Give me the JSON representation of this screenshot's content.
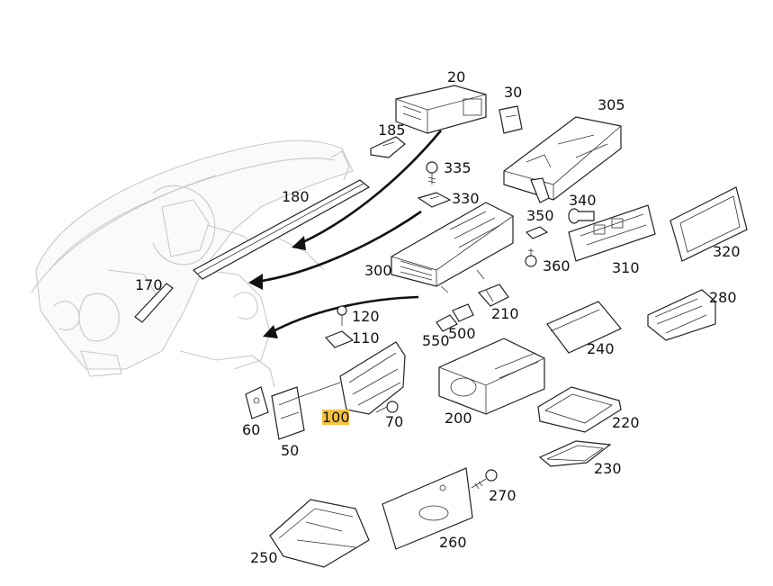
{
  "labels": {
    "p20": "20",
    "p30": "30",
    "p305": "305",
    "p185": "185",
    "p335": "335",
    "p180": "180",
    "p330": "330",
    "p340": "340",
    "p350": "350",
    "p320": "320",
    "p300": "300",
    "p360": "360",
    "p310": "310",
    "p170": "170",
    "p280": "280",
    "p210": "210",
    "p120": "120",
    "p110": "110",
    "p550": "550",
    "p500": "500",
    "p240": "240",
    "p60": "60",
    "p100": "100",
    "p70": "70",
    "p200": "200",
    "p220": "220",
    "p50": "50",
    "p230": "230",
    "p270": "270",
    "p250": "250",
    "p260": "260"
  },
  "colors": {
    "highlight": "#f5c242",
    "line": "#222222",
    "ghost": "#c8c8c8"
  }
}
